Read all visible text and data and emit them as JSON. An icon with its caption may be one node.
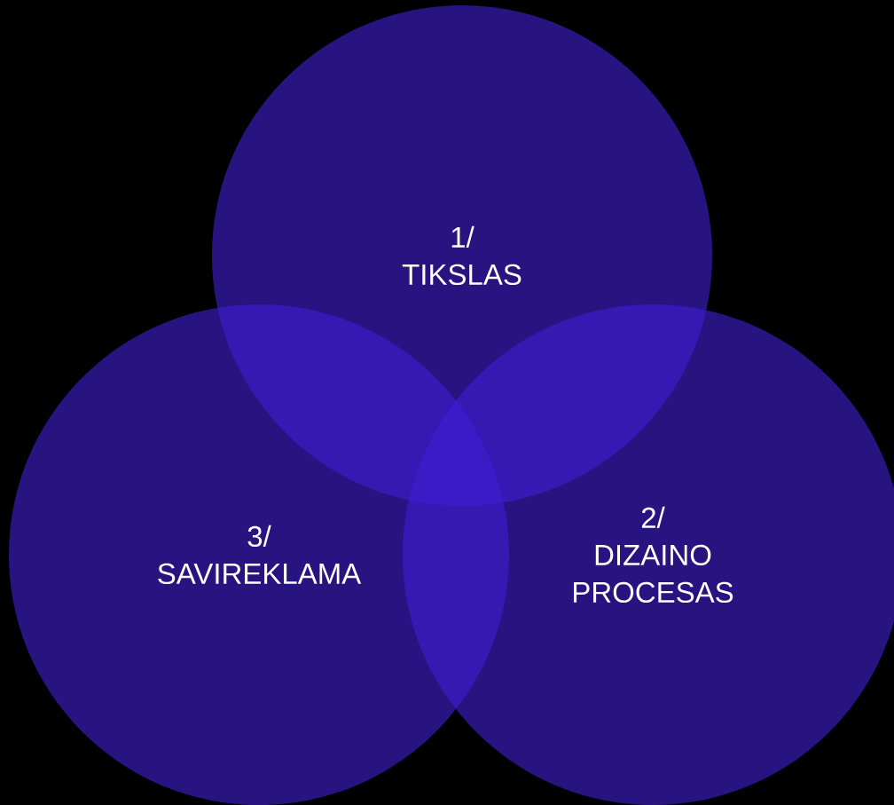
{
  "diagram": {
    "nodes": [
      {
        "text": [
          "1/",
          "TIKSLAS"
        ]
      },
      {
        "text": [
          "2/",
          "DIZAINO PROCESAS"
        ]
      },
      {
        "text": [
          "3/",
          "SAVIREKLAMA"
        ]
      }
    ]
  }
}
